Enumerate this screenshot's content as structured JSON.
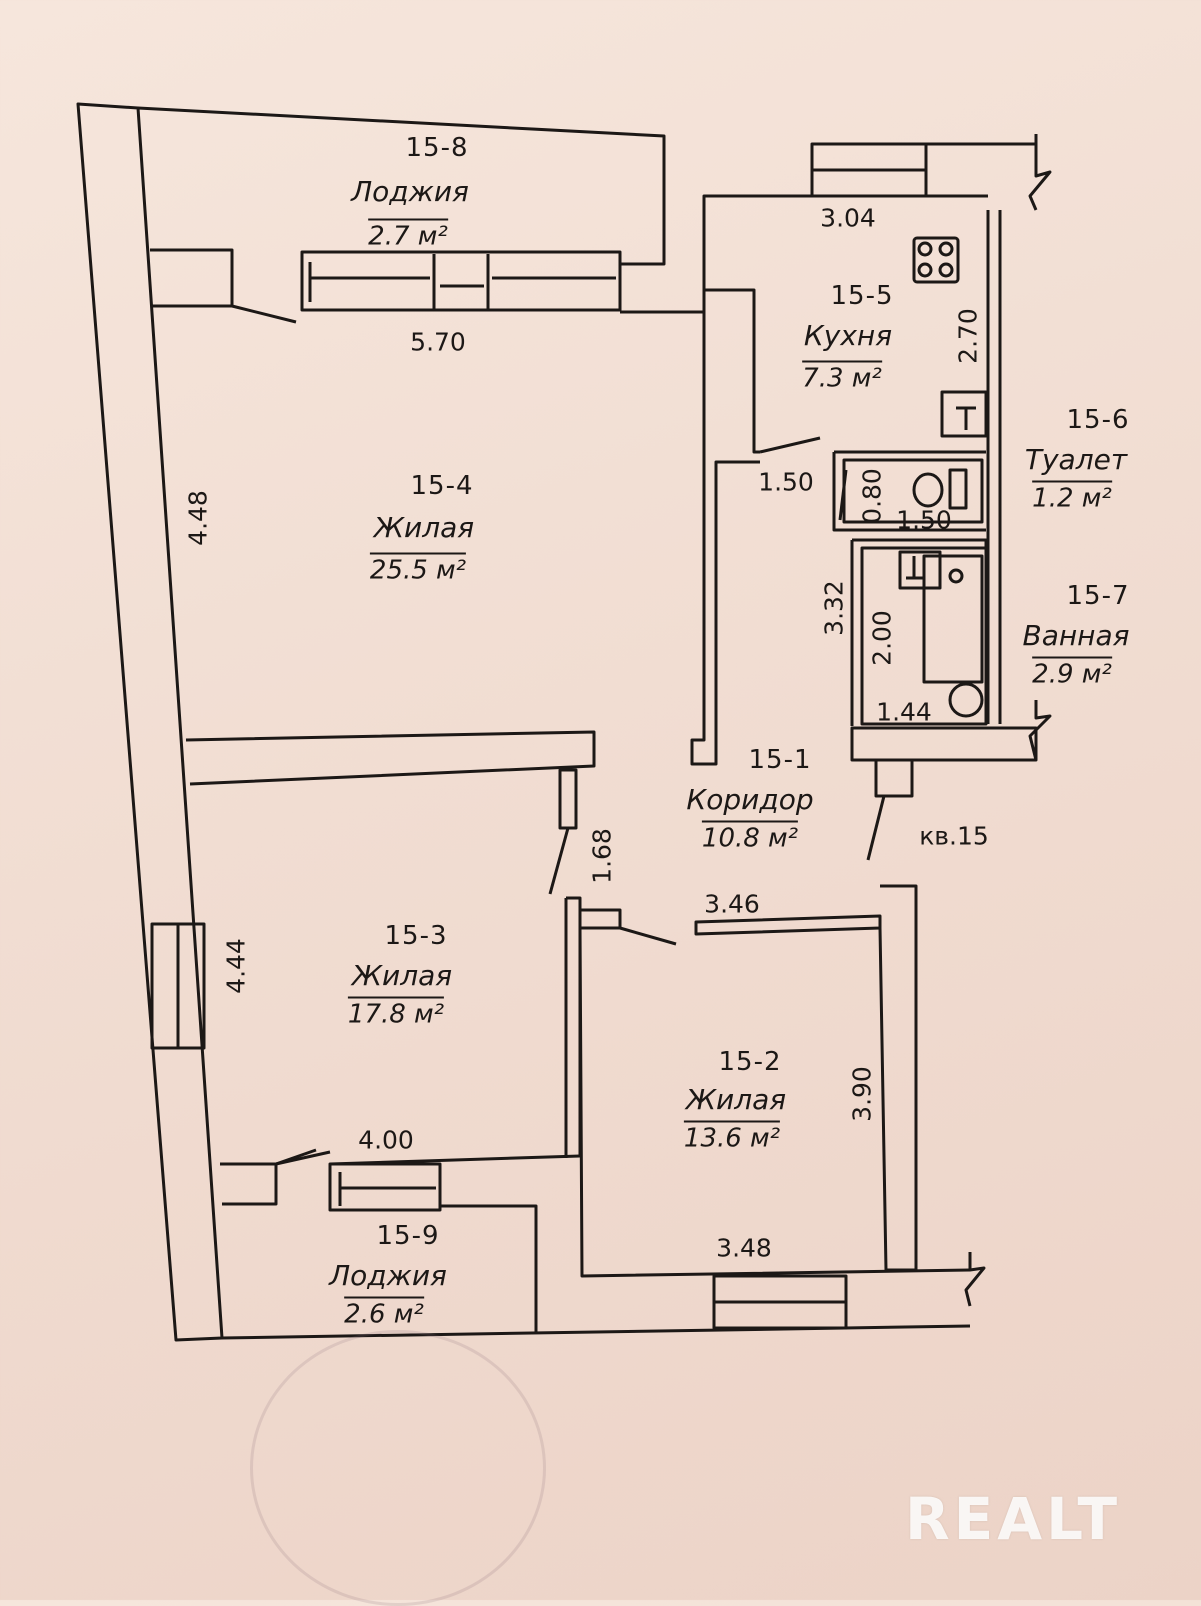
{
  "rooms": [
    {
      "code": "15-8",
      "name": "Лоджия",
      "area": "2.7 м²"
    },
    {
      "code": "15-5",
      "name": "Кухня",
      "area": "7.3 м²"
    },
    {
      "code": "15-6",
      "name": "Туалет",
      "area": "1.2 м²"
    },
    {
      "code": "15-7",
      "name": "Ванная",
      "area": "2.9 м²"
    },
    {
      "code": "15-4",
      "name": "Жилая",
      "area": "25.5 м²"
    },
    {
      "code": "15-1",
      "name": "Коридор",
      "area": "10.8 м²"
    },
    {
      "code": "15-3",
      "name": "Жилая",
      "area": "17.8 м²"
    },
    {
      "code": "15-2",
      "name": "Жилая",
      "area": "13.6 м²"
    },
    {
      "code": "15-9",
      "name": "Лоджия",
      "area": "2.6 м²"
    }
  ],
  "dimensions": {
    "kitchen_width": "3.04",
    "kitchen_depth": "2.70",
    "living_width": "5.70",
    "living_depth": "4.48",
    "hall_passage": "1.50",
    "toilet_depth": "0.80",
    "toilet_width": "1.50",
    "corridor_length": "3.32",
    "bath_depth": "2.00",
    "bath_width": "1.44",
    "door_gap": "1.68",
    "bedroom_width_top": "3.46",
    "bedroom2_depth": "3.90",
    "bedroom2_width_bottom": "3.48",
    "bedroom3_depth": "4.44",
    "bedroom3_width": "4.00"
  },
  "apartment_label": "кв.15",
  "watermark": "REALT",
  "colors": {
    "line": "#1c1816",
    "paper": "#f3e1d6"
  }
}
